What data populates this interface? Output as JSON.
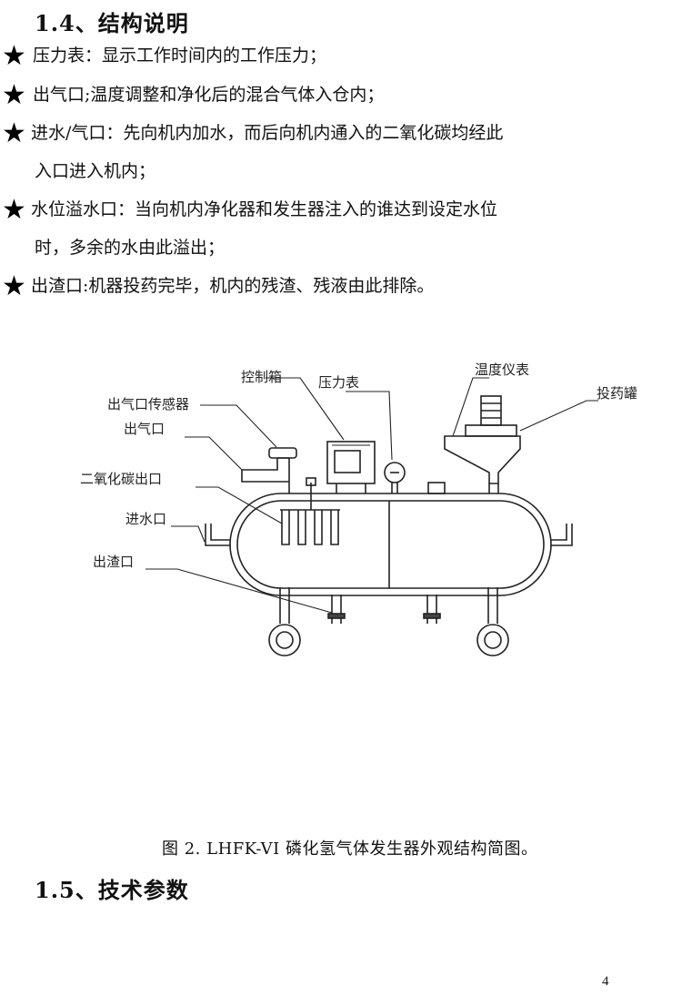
{
  "section_1_4": {
    "title": "1.4、结构说明"
  },
  "items": [
    {
      "text": "压力表：显示工作时间内的工作压力；"
    },
    {
      "text": "出气口;温度调整和净化后的混合气体入仓内；"
    },
    {
      "text": "进水/气口：先向机内加水，而后向机内通入的二氧化碳均经此",
      "cont": "入口进入机内；"
    },
    {
      "text": "水位溢水口：当向机内净化器和发生器注入的谁达到设定水位",
      "cont": "时，多余的水由此溢出；"
    },
    {
      "text": "出渣口:机器投药完毕，机内的残渣、残液由此排除。"
    }
  ],
  "figure": {
    "labels": {
      "outlet_sensor": "出气口传感器",
      "control_box": "控制箱",
      "pressure_gauge": "压力表",
      "thermometer": "温度仪表",
      "dosing_tank": "投药罐",
      "gas_outlet": "出气口",
      "co2_outlet": "二氧化碳出口",
      "water_inlet": "进水口",
      "slag_outlet": "出渣口"
    },
    "caption": "图 2. LHFK-VI 磷化氢气体发生器外观结构简图。"
  },
  "section_1_5": {
    "title": "1.5、技术参数"
  },
  "page_number": "4"
}
